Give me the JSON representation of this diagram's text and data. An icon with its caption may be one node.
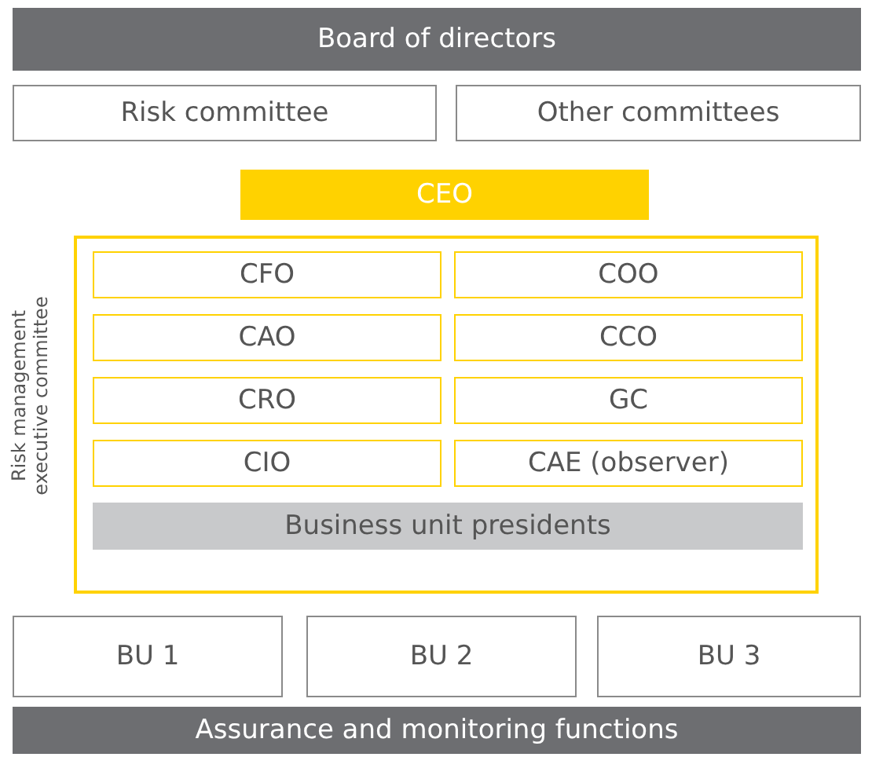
{
  "diagram": {
    "nodes": [
      {
        "text": [
          "Board of directors"
        ]
      },
      {
        "text": [
          "Risk committee"
        ]
      },
      {
        "text": [
          "Other committees"
        ]
      },
      {
        "text": [
          "CEO"
        ]
      },
      {
        "text": [
          "Risk management executive committee"
        ]
      },
      {
        "text": [
          "CFO"
        ],
        "in": 4
      },
      {
        "text": [
          "COO"
        ],
        "in": 4
      },
      {
        "text": [
          "CAO"
        ],
        "in": 4
      },
      {
        "text": [
          "CCO"
        ],
        "in": 4
      },
      {
        "text": [
          "CRO"
        ],
        "in": 4
      },
      {
        "text": [
          "GC"
        ],
        "in": 4
      },
      {
        "text": [
          "CIO"
        ],
        "in": 4
      },
      {
        "text": [
          "CAE (observer)"
        ],
        "in": 4
      },
      {
        "text": [
          "Business unit presidents"
        ],
        "in": 4
      },
      {
        "text": [
          "BU 1"
        ]
      },
      {
        "text": [
          "BU 2"
        ]
      },
      {
        "text": [
          "BU 3"
        ]
      },
      {
        "text": [
          "Assurance and monitoring functions"
        ]
      }
    ]
  }
}
